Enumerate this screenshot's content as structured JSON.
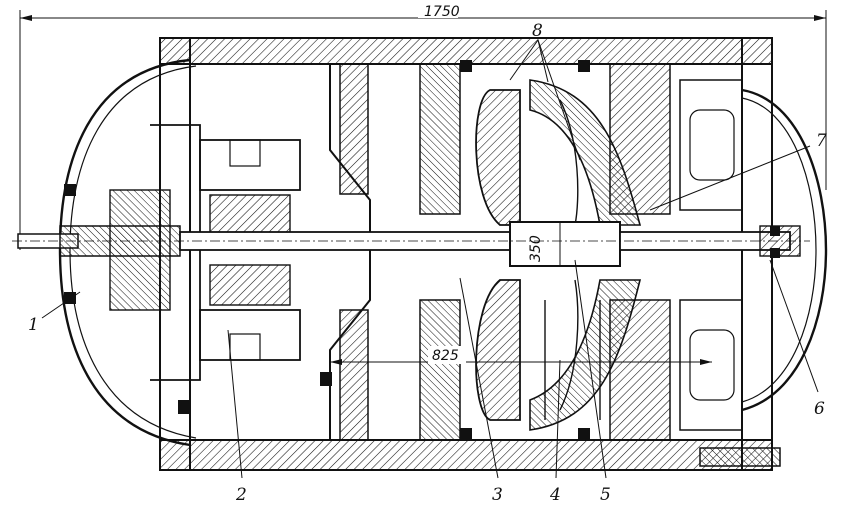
{
  "dimensions": {
    "overall_length": "1750",
    "inner_span": "825",
    "diameter": "350"
  },
  "callouts": [
    {
      "id": "1",
      "text": "1"
    },
    {
      "id": "2",
      "text": "2"
    },
    {
      "id": "3",
      "text": "3"
    },
    {
      "id": "4",
      "text": "4"
    },
    {
      "id": "5",
      "text": "5"
    },
    {
      "id": "6",
      "text": "6"
    },
    {
      "id": "7",
      "text": "7"
    },
    {
      "id": "8",
      "text": "8"
    }
  ],
  "colors": {
    "ink": "#111111",
    "paper": "#ffffff"
  }
}
